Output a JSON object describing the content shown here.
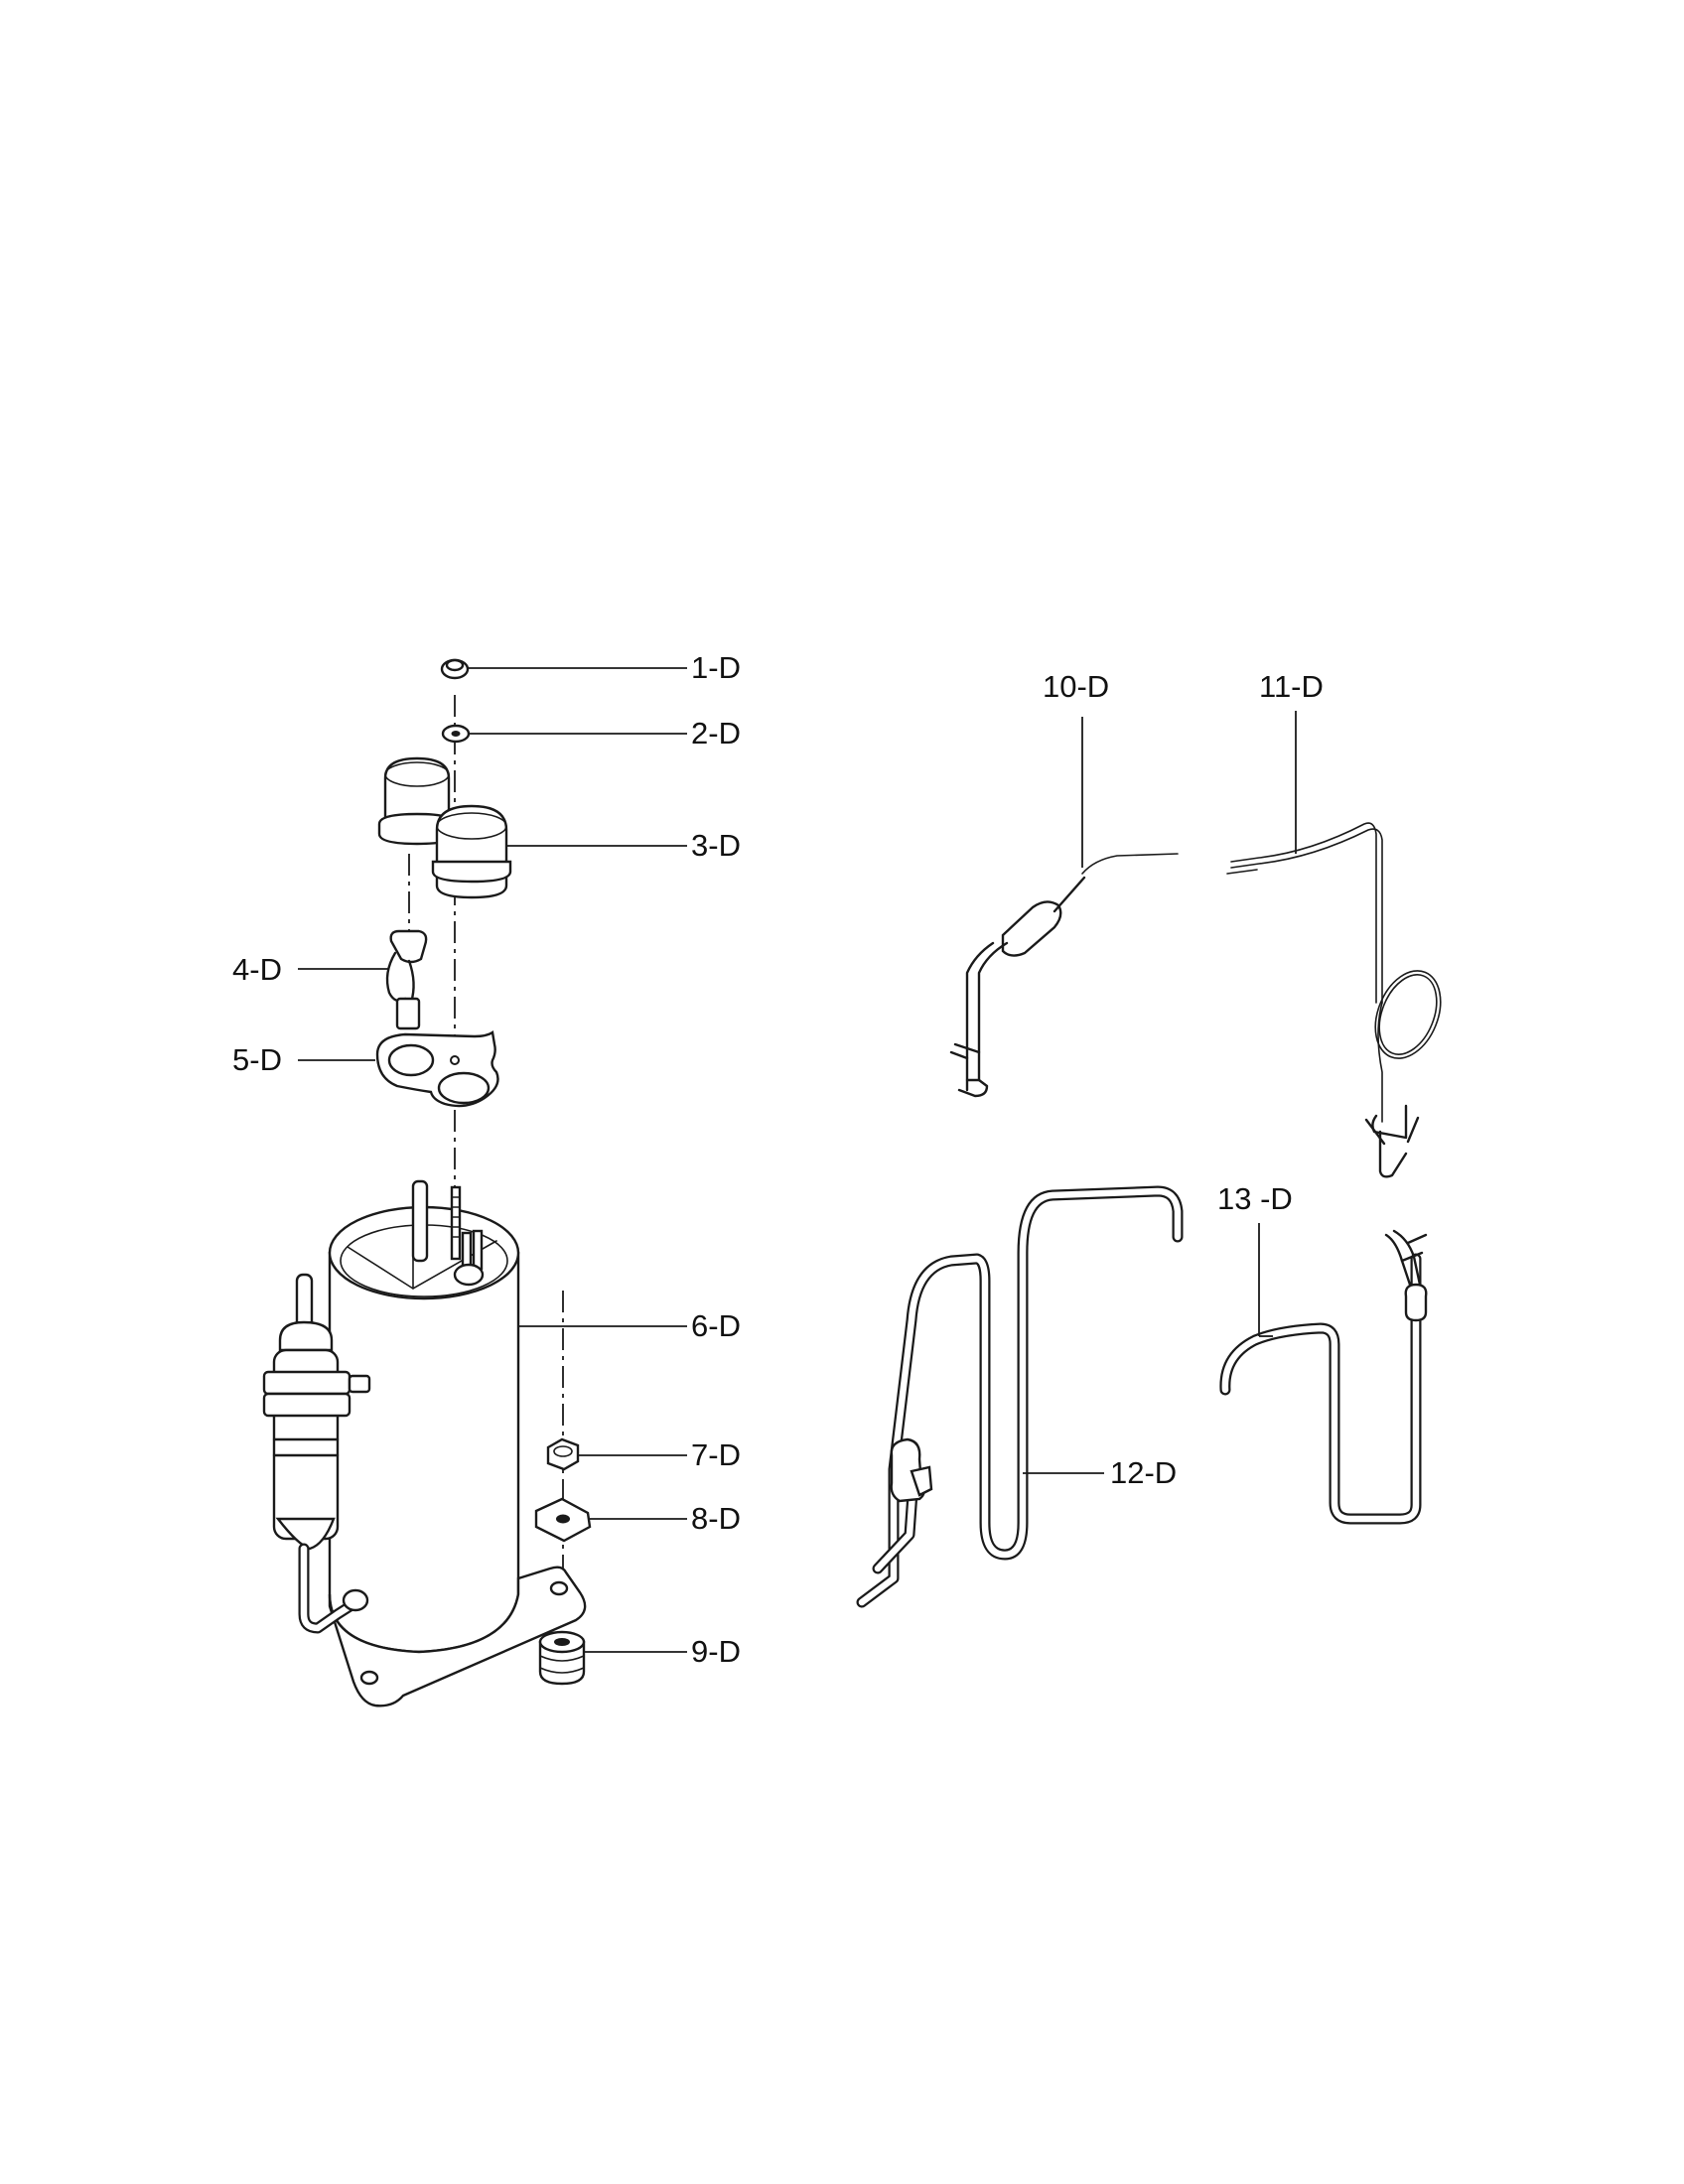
{
  "parts": [
    {
      "id": "1",
      "label": "1-D"
    },
    {
      "id": "2",
      "label": "2-D"
    },
    {
      "id": "3",
      "label": "3-D"
    },
    {
      "id": "4",
      "label": "4-D"
    },
    {
      "id": "5",
      "label": "5-D"
    },
    {
      "id": "6",
      "label": "6-D"
    },
    {
      "id": "7",
      "label": "7-D"
    },
    {
      "id": "8",
      "label": "8-D"
    },
    {
      "id": "9",
      "label": "9-D"
    },
    {
      "id": "10",
      "label": "10-D"
    },
    {
      "id": "11",
      "label": "11-D"
    },
    {
      "id": "12",
      "label": "12-D"
    },
    {
      "id": "13",
      "label": "13 -D"
    }
  ]
}
